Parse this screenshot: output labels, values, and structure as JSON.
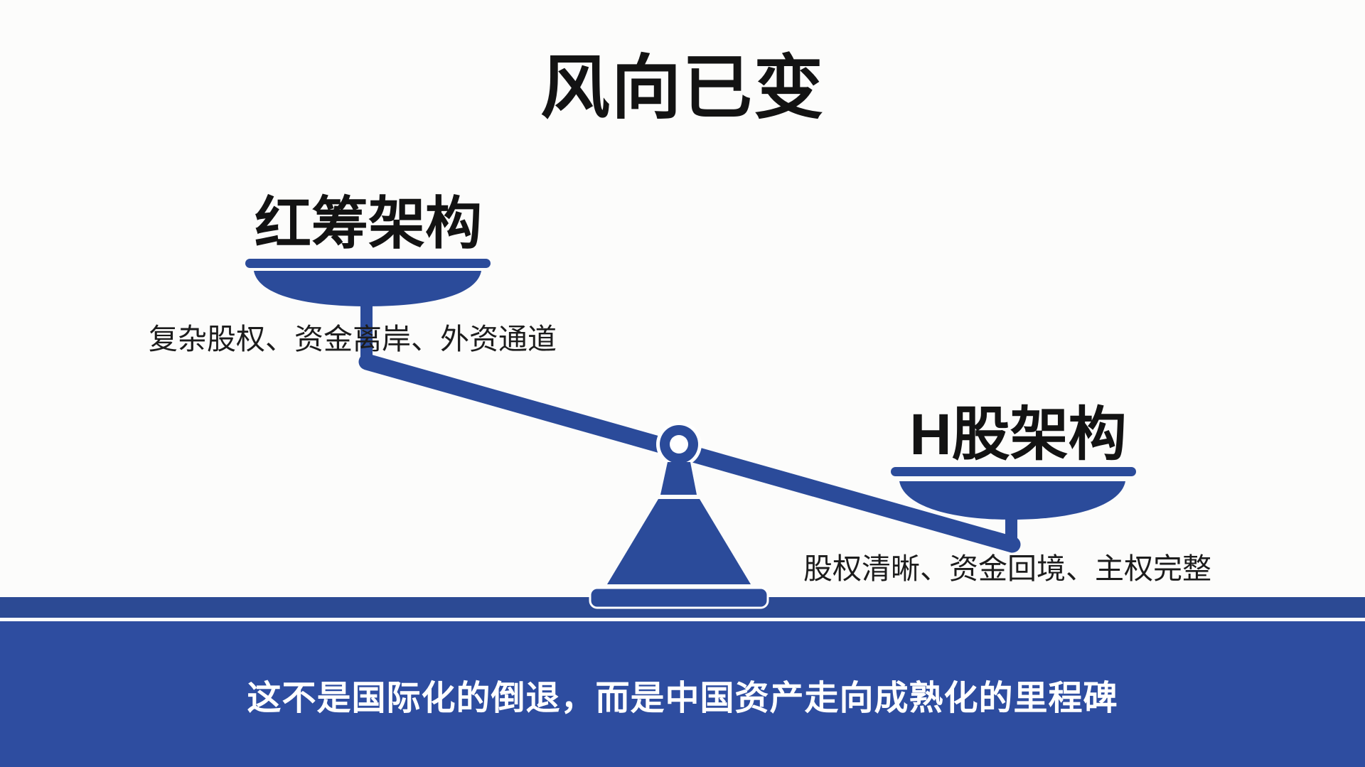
{
  "title": "风向已变",
  "scale": {
    "type": "balance-scale",
    "tilt": "left-side-up-right-side-down",
    "left": {
      "label": "红筹架构",
      "description": "复杂股权、资金离岸、外资通道"
    },
    "right": {
      "label": "H股架构",
      "description": "股权清晰、资金回境、主权完整"
    }
  },
  "banner": {
    "text": "这不是国际化的倒退，而是中国资产走向成熟化的里程碑"
  },
  "colors": {
    "scale_blue": "#2b4b9a",
    "band_blue": "#2c4a94",
    "banner_blue": "#2e4da0",
    "title_black": "#131313",
    "description_black": "#1c1c1c",
    "banner_text_white": "#ffffff",
    "background_white": "#fcfcfb"
  }
}
